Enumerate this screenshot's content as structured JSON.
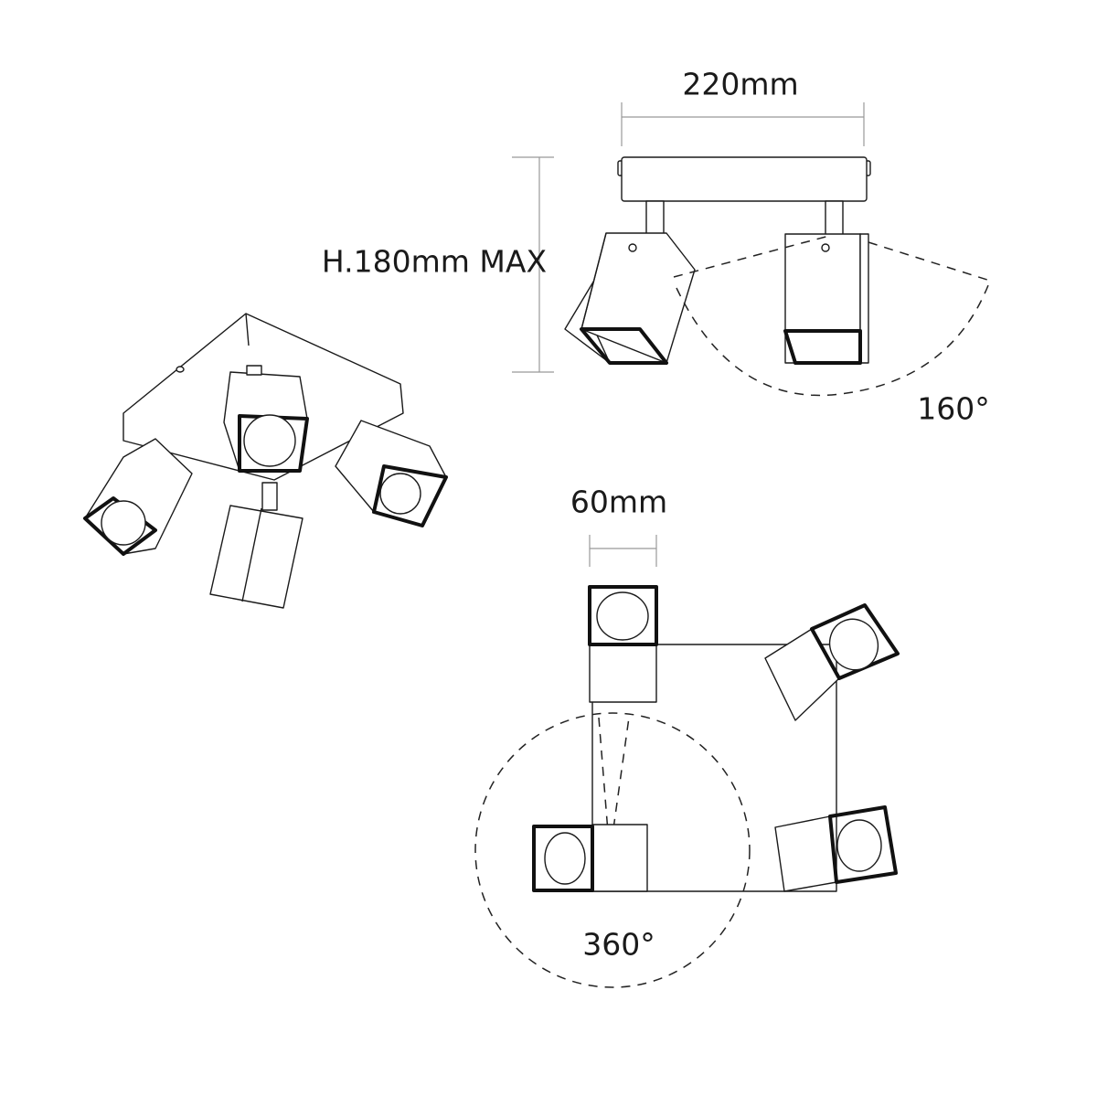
{
  "labels": {
    "width": "220mm",
    "height": "H.180mm MAX",
    "tilt_angle": "160°",
    "head_width": "60mm",
    "rotation_angle": "360°"
  },
  "colors": {
    "line": "#1a1a1a",
    "dimension": "#999999",
    "background": "#ffffff"
  }
}
